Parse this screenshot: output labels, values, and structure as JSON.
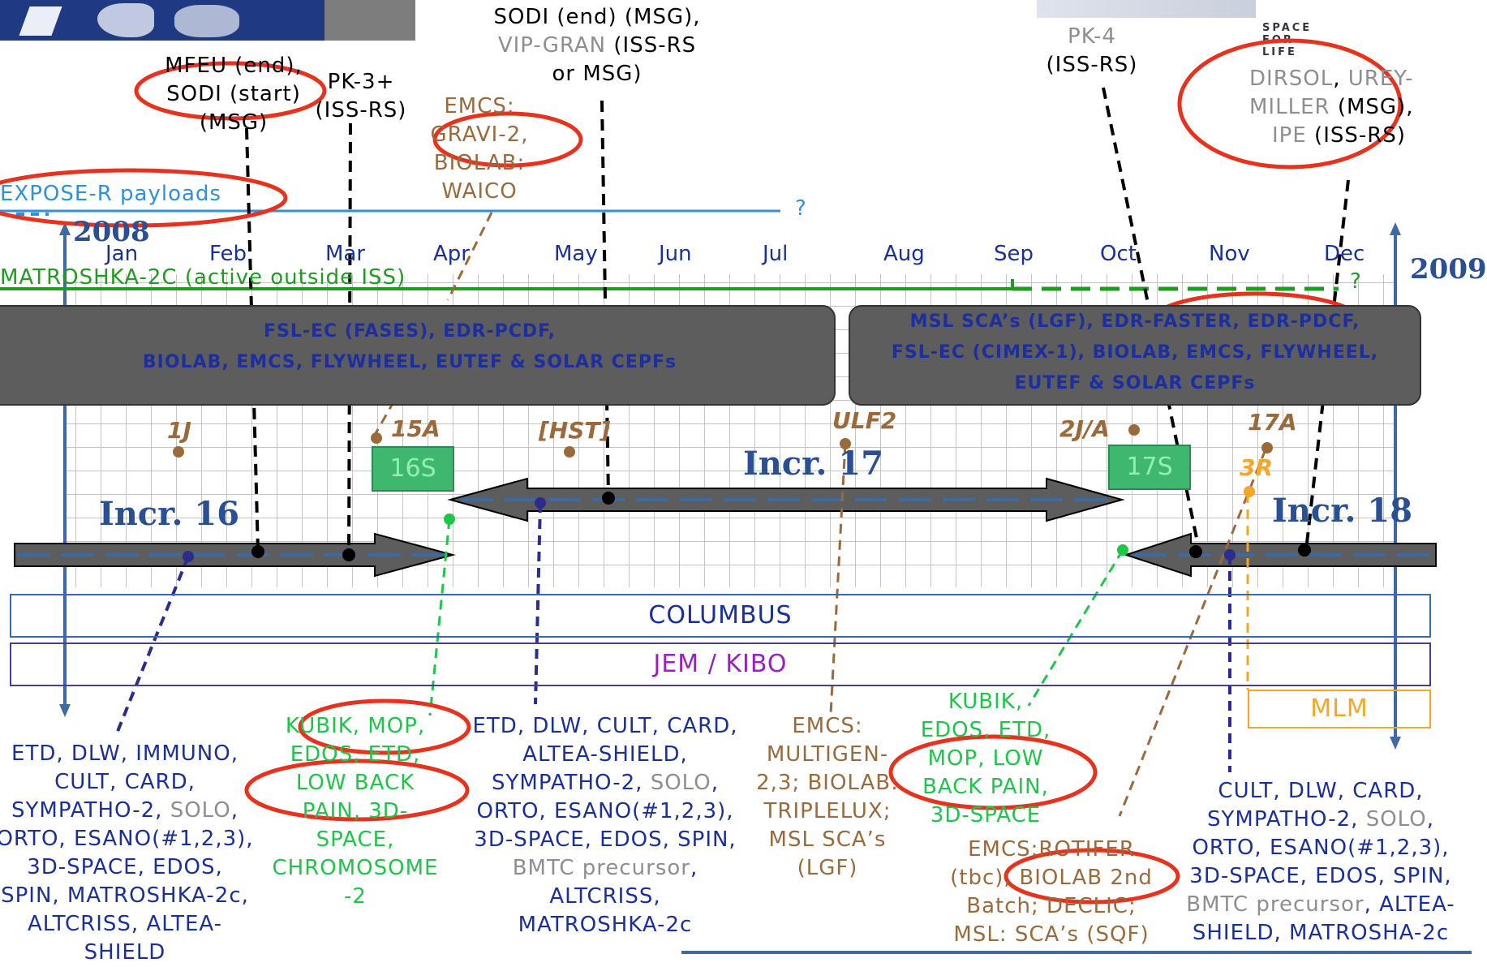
{
  "header_right": {
    "logo_text": "SPACE FOR LIFE"
  },
  "years": {
    "start": "2008",
    "end": "2009"
  },
  "months": [
    "Jan",
    "Feb",
    "Mar",
    "Apr",
    "May",
    "Jun",
    "Jul",
    "Aug",
    "Sep",
    "Oct",
    "Nov",
    "Dec"
  ],
  "top_labels": {
    "sodi_end_l1": "SODI (end) (MSG),",
    "sodi_end_l2a": "VIP-GRAN",
    "sodi_end_l2b": " (ISS-RS",
    "sodi_end_l3": "or MSG)",
    "mfeu_l1": "MFEU (end),",
    "mfeu_l2": "SODI (start)",
    "mfeu_l3": "(MSG)",
    "pk3_l1": "PK-3+",
    "pk3_l2": "(ISS-RS)",
    "emcs_l1": "EMCS:",
    "emcs_l2": "GRAVI-2,",
    "emcs_l3": "BIOLAB:",
    "emcs_l4": "WAICO",
    "pk4_l1": "PK-4",
    "pk4_l2": "(ISS-RS)",
    "dirsol_l1a": "DIRSOL",
    "dirsol_l1b": ", ",
    "dirsol_l1c": "UREY-",
    "dirsol_l2a": "MILLER",
    "dirsol_l2b": " (MSG),",
    "dirsol_l3a": "IPE",
    "dirsol_l3b": " (ISS-RS)",
    "expose": "EXPOSE-R payloads",
    "expose_q": "?",
    "matroshka": "MATROSHKA-2C (active outside ISS)",
    "matroshka_q": "?"
  },
  "panels": {
    "left_l1": "FSL-EC (FASES), EDR-PCDF,",
    "left_l2": "BIOLAB, EMCS,  FLYWHEEL, EUTEF & SOLAR CEPFs",
    "right_l1": "MSL SCA’s (LGF), EDR-FASTER, EDR-PDCF,",
    "right_l2": "FSL-EC (CIMEX-1), BIOLAB, EMCS, FLYWHEEL,",
    "right_l3": "EUTEF & SOLAR CEPFs"
  },
  "flights": {
    "f1": "1J",
    "f2": "15A",
    "f3": "[HST]",
    "f4": "ULF2",
    "f5": "2J/A",
    "f6": "17A",
    "f7": "3R"
  },
  "increments": {
    "i16": "Incr. 16",
    "i17": "Incr. 17",
    "i18": "Incr. 18"
  },
  "soyuz": {
    "s16": "16S",
    "s17": "17S"
  },
  "modules": {
    "columbus": "COLUMBUS",
    "jem": "JEM / KIBO",
    "mlm": "MLM"
  },
  "bottom": {
    "c1": [
      "ETD, DLW, IMMUNO,",
      "CULT, CARD,",
      "SYMPATHO-2, |SOLO|,",
      "ORTO, ESANO(#1,2,3),",
      "3D-SPACE, EDOS,",
      "SPIN, MATROSHKA-2c,",
      "ALTCRISS, ALTEA-",
      "SHIELD"
    ],
    "c2": [
      "KUBIK, MOP,",
      "EDOS, ETD,",
      "LOW BACK",
      "PAIN, 3D-",
      "SPACE,",
      "CHROMOSOME",
      "-2"
    ],
    "c3": [
      "ETD, DLW, CULT, CARD,",
      "ALTEA-SHIELD,",
      "SYMPATHO-2, |SOLO|,",
      "ORTO, ESANO(#1,2,3),",
      "3D-SPACE, EDOS, SPIN,",
      "|BMTC precursor|,",
      "ALTCRISS,",
      "MATROSHKA-2c"
    ],
    "c4": [
      "EMCS:",
      "MULTIGEN-",
      "2,3; BIOLAB:",
      "TRIPLELUX;",
      "MSL SCA’s",
      "(LGF)"
    ],
    "c5": [
      "KUBIK,",
      "EDOS, ETD,",
      "MOP, LOW",
      "BACK PAIN,",
      "3D-SPACE"
    ],
    "c6": [
      "EMCS:ROTIFER",
      "(tbc); BIOLAB 2nd",
      "Batch; DECLIC;",
      "MSL: SCA’s (SQF)"
    ],
    "c7": [
      "CULT, DLW, CARD,",
      "SYMPATHO-2, |SOLO|,",
      "ORTO, ESANO(#1,2,3),",
      "3D-SPACE, EDOS, SPIN,",
      "|BMTC precursor|, ALTEA-",
      "SHIELD, MATROSHA-2c"
    ]
  },
  "colors": {
    "navy": "#1a2f9e",
    "increment_blue": "#2b4f93",
    "panel_grey": "#5d5d5d",
    "highlight_red": "#e8321e",
    "soyuz_green": "#3fb76f",
    "brown": "#9a6a3a",
    "expose_blue": "#2f8fe0",
    "matroshka_green": "#1e9e1e",
    "mlm_orange": "#f5a623"
  }
}
